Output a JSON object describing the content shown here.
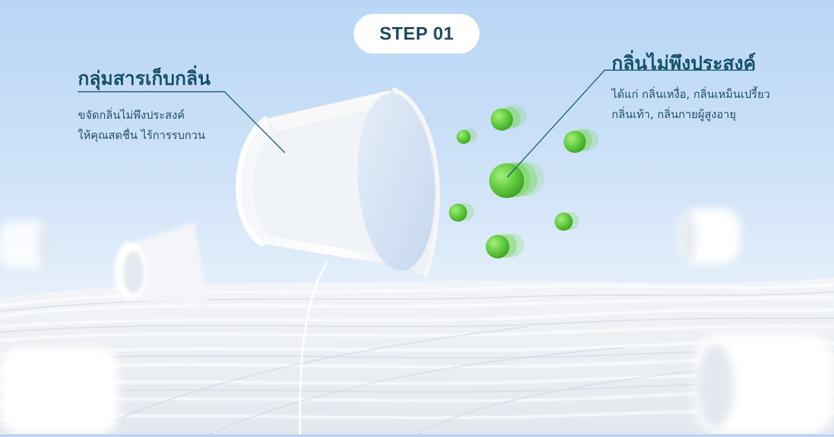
{
  "step_label": "STEP 01",
  "left_callout": {
    "title": "กลุ่มสารเก็บกลิ่น",
    "lines": [
      "ขจัดกลิ่นไม่พึงประสงค์",
      "ให้คุณสดชื่น ไร้การรบกวน"
    ]
  },
  "right_callout": {
    "title": "กลิ่นไม่พึงประสงค์",
    "lines": [
      "ได้แก่ กลิ่นเหงื่อ, กลิ่นเหม็นเปรี้ยว",
      "กลิ่นเท้า, กลิ่นกายผู้สูงอายุ"
    ]
  },
  "colors": {
    "text_dark": "#17506a",
    "odor_green": "#6fd352",
    "sky_top": "#b8d6f6"
  }
}
